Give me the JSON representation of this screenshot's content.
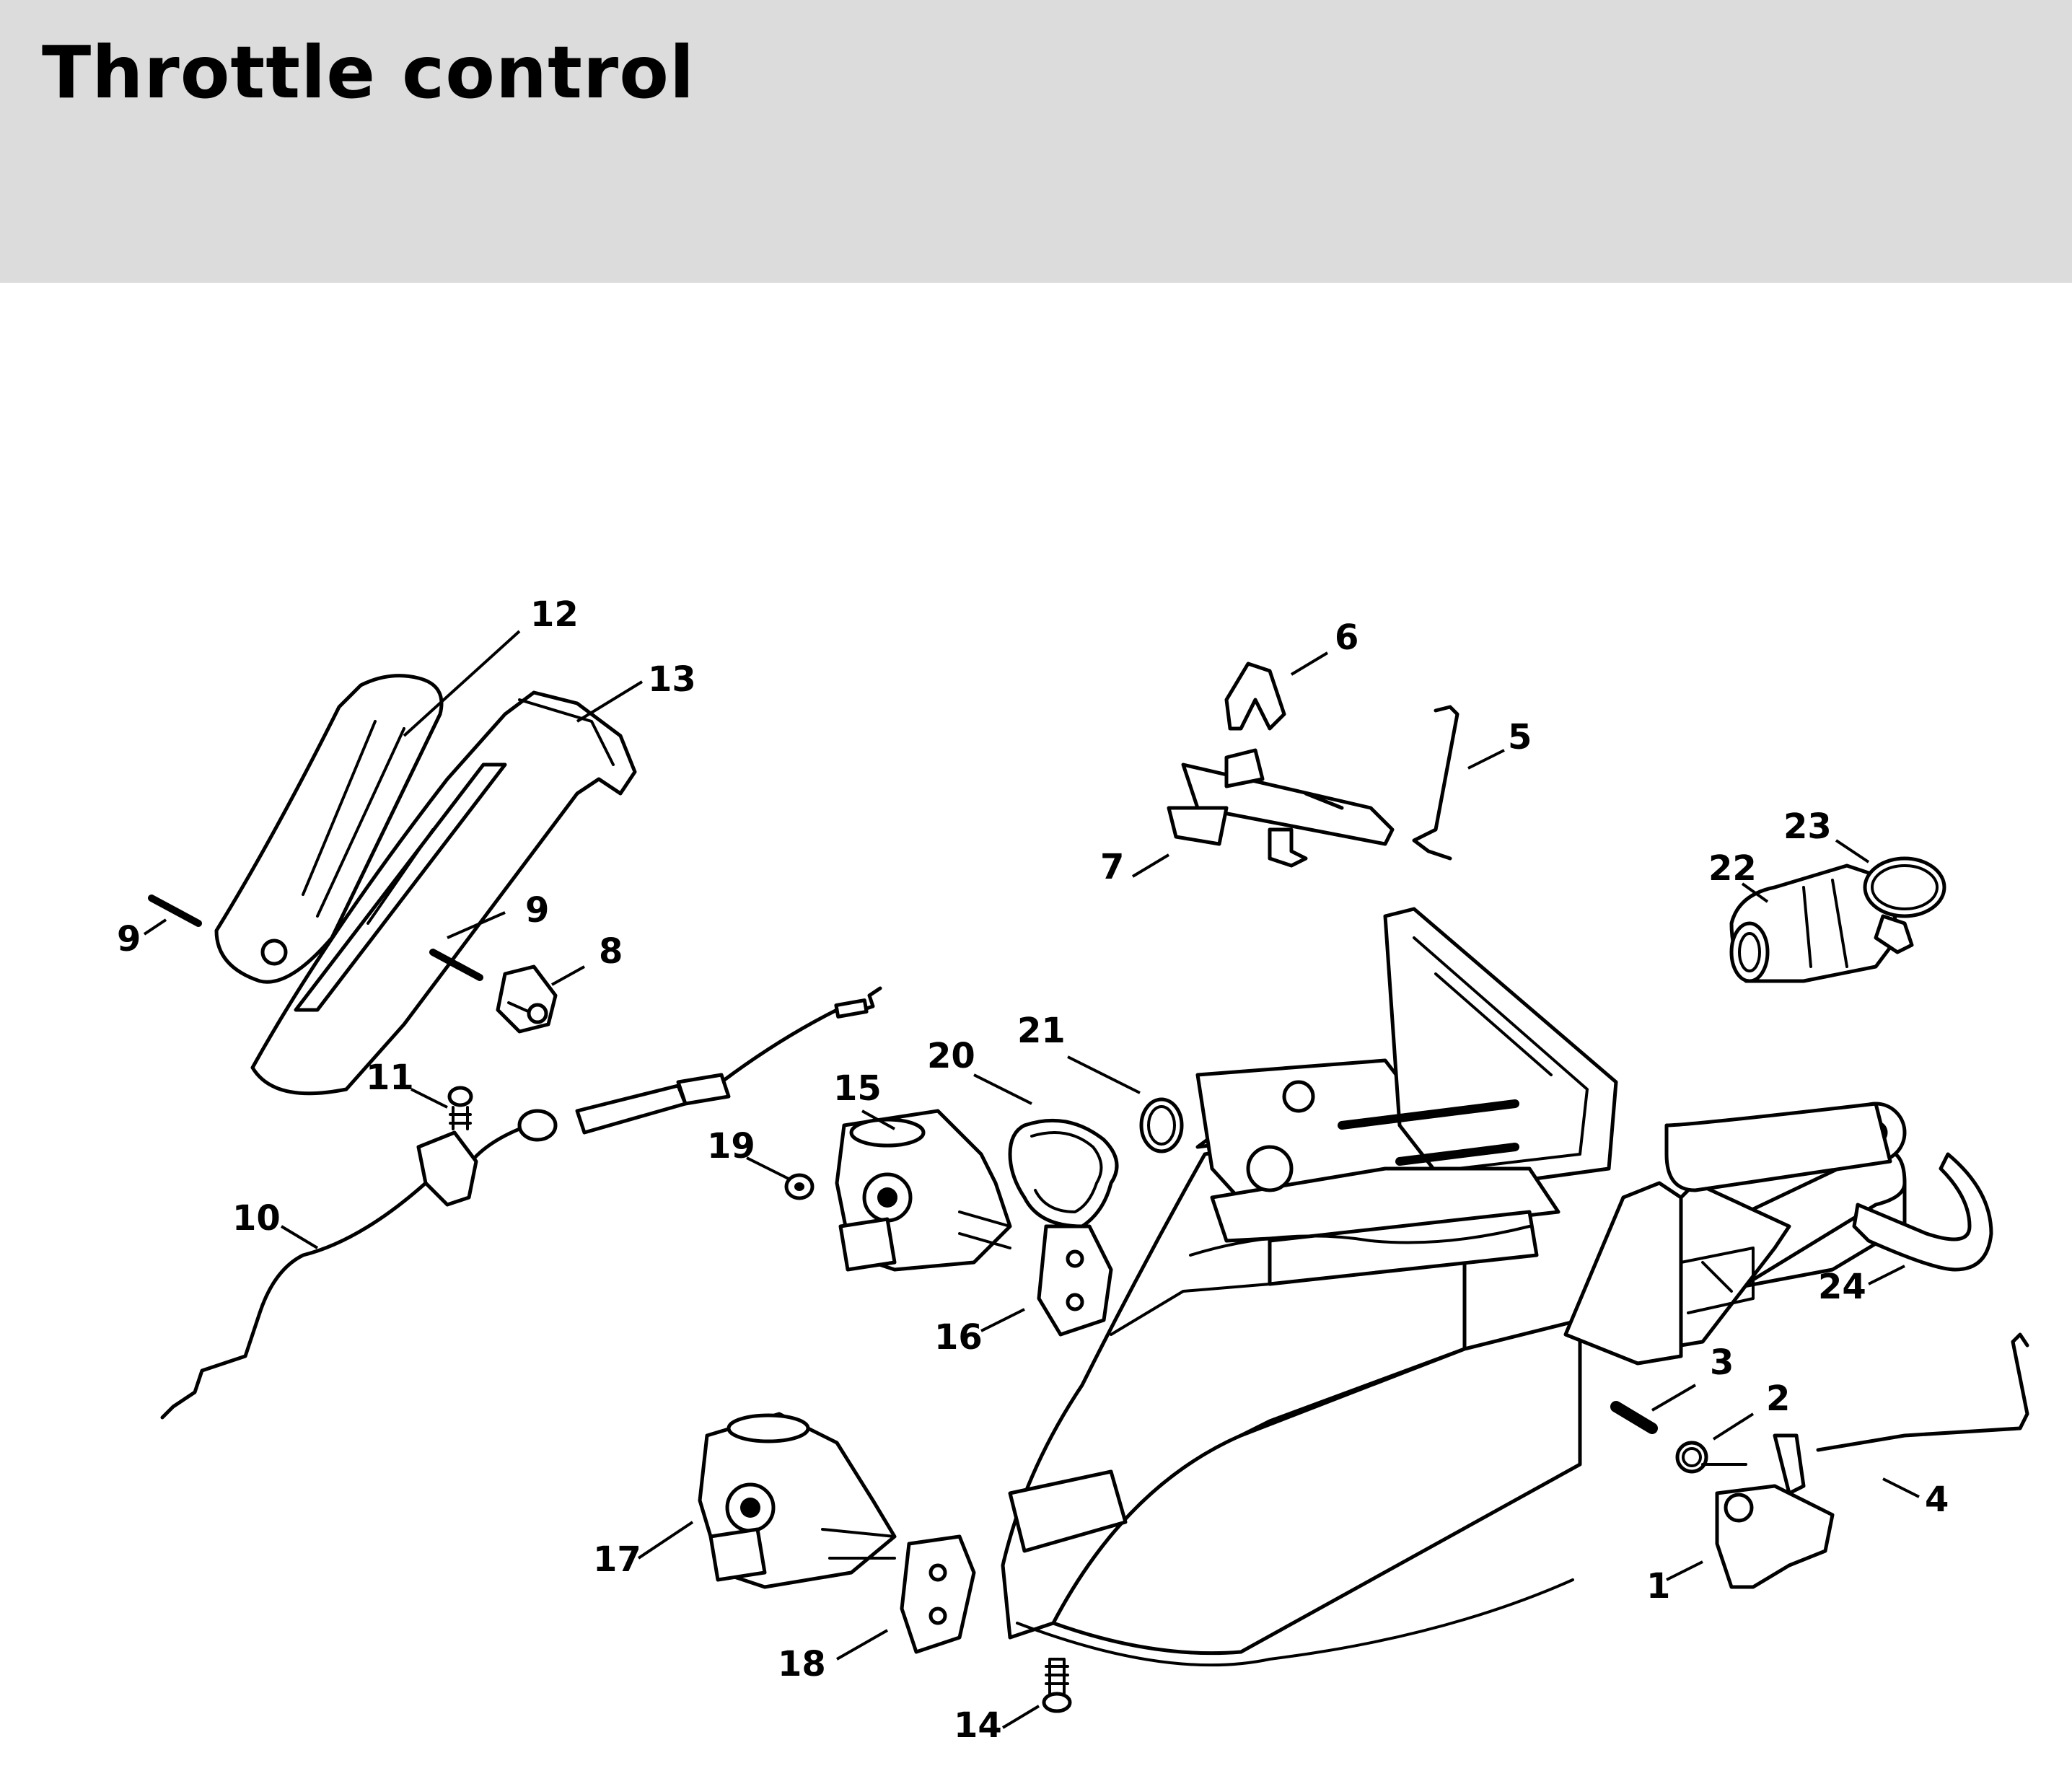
{
  "header": {
    "title": "Throttle control",
    "background": "#dcdcdc"
  },
  "callouts": {
    "c1": "1",
    "c2": "2",
    "c3": "3",
    "c4": "4",
    "c5": "5",
    "c6": "6",
    "c7": "7",
    "c8": "8",
    "c9a": "9",
    "c9b": "9",
    "c10": "10",
    "c11": "11",
    "c12": "12",
    "c13": "13",
    "c14": "14",
    "c15": "15",
    "c16": "16",
    "c17": "17",
    "c18": "18",
    "c19": "19",
    "c20": "20",
    "c21": "21",
    "c22": "22",
    "c23": "23",
    "c24": "24"
  }
}
